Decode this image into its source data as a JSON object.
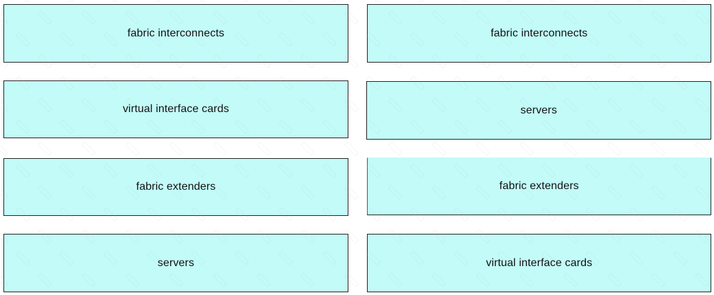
{
  "left_column": {
    "items": [
      {
        "label": "fabric interconnects"
      },
      {
        "label": "virtual interface cards"
      },
      {
        "label": "fabric extenders"
      },
      {
        "label": "servers"
      }
    ]
  },
  "right_column": {
    "items": [
      {
        "label": "fabric interconnects"
      },
      {
        "label": "servers"
      },
      {
        "label": "fabric extenders"
      },
      {
        "label": "virtual interface cards"
      }
    ]
  },
  "colors": {
    "card_fill": "#c2fbf8",
    "card_border": "#222222"
  }
}
